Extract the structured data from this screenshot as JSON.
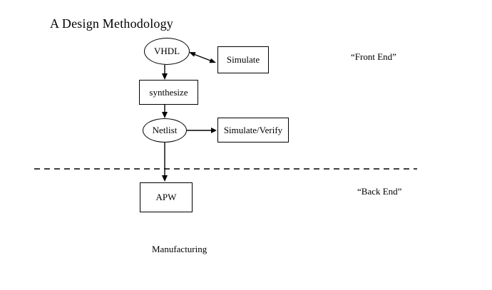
{
  "title": "A Design Methodology",
  "colors": {
    "background": "#ffffff",
    "line": "#000000",
    "text": "#000000"
  },
  "nodes": {
    "vhdl": {
      "label": "VHDL",
      "shape": "ellipse"
    },
    "simulate": {
      "label": "Simulate",
      "shape": "rect"
    },
    "synthesize": {
      "label": "synthesize",
      "shape": "rect"
    },
    "netlist": {
      "label": "Netlist",
      "shape": "ellipse"
    },
    "simulate_verify": {
      "label": "Simulate/Verify",
      "shape": "rect"
    },
    "apw": {
      "label": "APW",
      "shape": "rect"
    }
  },
  "annotations": {
    "front_end": "“Front End”",
    "back_end": "“Back End”",
    "manufacturing": "Manufacturing"
  },
  "connectors": [
    {
      "from": "vhdl",
      "to": "simulate",
      "type": "bidirectional-arrow"
    },
    {
      "from": "vhdl",
      "to": "synthesize",
      "type": "arrow"
    },
    {
      "from": "synthesize",
      "to": "netlist",
      "type": "arrow"
    },
    {
      "from": "netlist",
      "to": "simulate_verify",
      "type": "arrow"
    },
    {
      "from": "netlist",
      "to": "apw",
      "type": "arrow"
    },
    {
      "type": "dashed-divider",
      "separates": [
        "front_end",
        "back_end"
      ]
    }
  ]
}
